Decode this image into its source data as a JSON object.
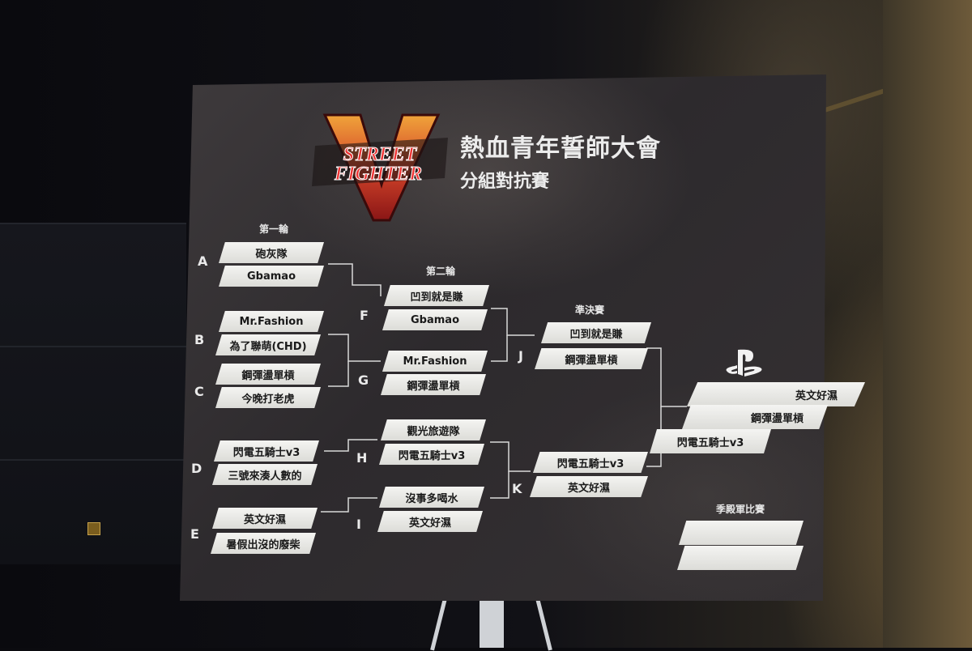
{
  "event": {
    "title": "熱血青年誓師大會",
    "subtitle": "分組對抗賽"
  },
  "logo": {
    "name": "street-fighter-v-logo",
    "line1": "STREET",
    "line2": "FIGHTER",
    "brand_color": "#d4202a",
    "accent_color": "#e8a03a"
  },
  "round_labels": {
    "round1": "第一輪",
    "round2": "第二輪",
    "semifinal": "準決賽",
    "third_place": "季殿軍比賽"
  },
  "round1": [
    {
      "letter": "A",
      "team1": "砲灰隊",
      "team2": "Gbamao"
    },
    {
      "letter": "B",
      "team1": "Mr.Fashion",
      "team2": "為了聯萌(CHD)"
    },
    {
      "letter": "C",
      "team1": "鋼彈盪單槓",
      "team2": "今晚打老虎"
    },
    {
      "letter": "D",
      "team1": "閃電五騎士v3",
      "team2": "三號來湊人數的"
    },
    {
      "letter": "E",
      "team1": "英文好濕",
      "team2": "暑假出沒的廢柴"
    }
  ],
  "round2": [
    {
      "letter": "F",
      "team1": "凹到就是賺",
      "team2": "Gbamao"
    },
    {
      "letter": "G",
      "team1": "Mr.Fashion",
      "team2": "鋼彈盪單槓"
    },
    {
      "letter": "H",
      "team1": "觀光旅遊隊",
      "team2": "閃電五騎士v3"
    },
    {
      "letter": "I",
      "team1": "沒事多喝水",
      "team2": "英文好濕"
    }
  ],
  "semifinal": [
    {
      "letter": "J",
      "team1": "凹到就是賺",
      "team2": "鋼彈盪單槓"
    },
    {
      "letter": "K",
      "team1": "閃電五騎士v3",
      "team2": "英文好濕"
    }
  ],
  "final": {
    "icon": "playstation-icon",
    "slot1": "英文好濕",
    "slot2": "鋼彈盪單槓",
    "slot3": "閃電五騎士v3"
  },
  "third_place": {
    "slot1": "",
    "slot2": ""
  }
}
